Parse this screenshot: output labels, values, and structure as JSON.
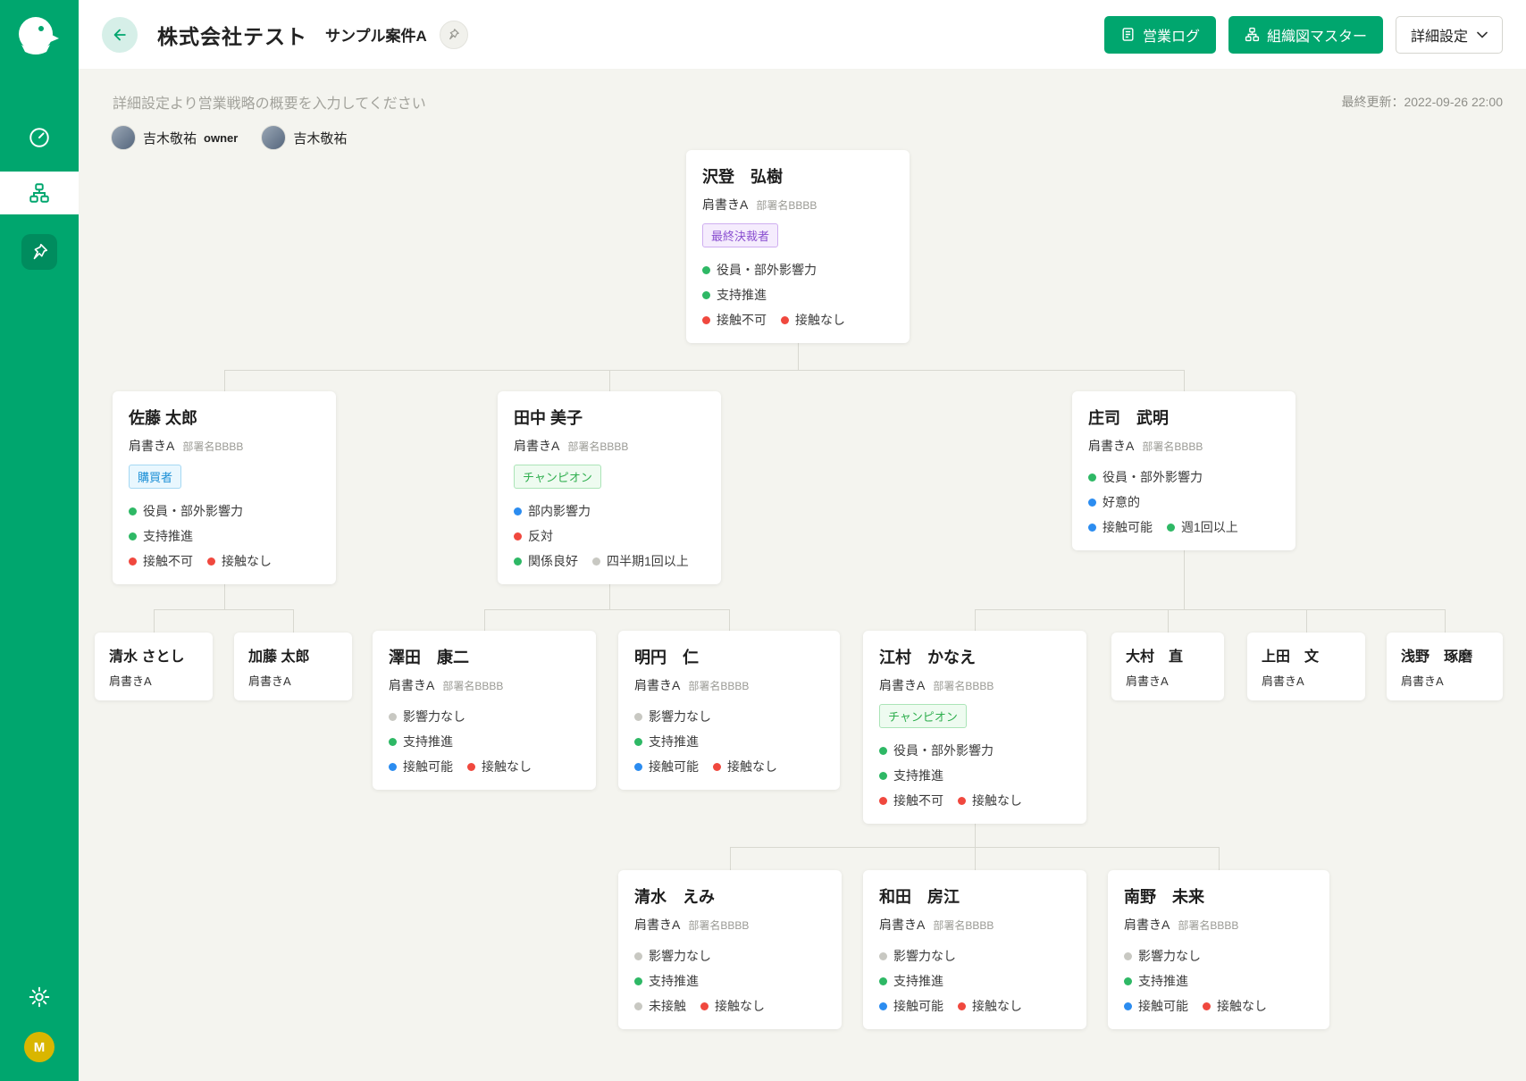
{
  "colors": {
    "accent": "#00a66e",
    "status_green": "#2eb865",
    "status_red": "#f0483e",
    "status_blue": "#2b8cf0",
    "status_gray": "#c8c8c2",
    "badge_purple": "#8a4fd0",
    "avatar_yellow": "#d9b600"
  },
  "sidebar": {
    "user_initial": "M"
  },
  "header": {
    "title": "株式会社テスト",
    "subtitle": "サンプル案件A",
    "sales_log_button": "営業ログ",
    "org_master_button": "組織図マスター",
    "settings_button": "詳細設定"
  },
  "meta": {
    "hint": "詳細設定より営業戦略の概要を入力してください",
    "last_updated": "最終更新：2022-09-26 22:00",
    "owner": {
      "name": "吉木敬祐",
      "role": "owner"
    },
    "member": {
      "name": "吉木敬祐"
    }
  },
  "cards": [
    {
      "name": "沢登　弘樹",
      "title": "肩書きA",
      "dept": "部署名BBBB",
      "badge": {
        "label": "最終決裁者",
        "color": "purple"
      },
      "rows": [
        [
          {
            "color": "green",
            "label": "役員・部外影響力"
          }
        ],
        [
          {
            "color": "green",
            "label": "支持推進"
          }
        ],
        [
          {
            "color": "red",
            "label": "接触不可"
          },
          {
            "color": "red",
            "label": "接触なし"
          }
        ]
      ]
    },
    {
      "name": "佐藤 太郎",
      "title": "肩書きA",
      "dept": "部署名BBBB",
      "badge": {
        "label": "購買者",
        "color": "blue"
      },
      "rows": [
        [
          {
            "color": "green",
            "label": "役員・部外影響力"
          }
        ],
        [
          {
            "color": "green",
            "label": "支持推進"
          }
        ],
        [
          {
            "color": "red",
            "label": "接触不可"
          },
          {
            "color": "red",
            "label": "接触なし"
          }
        ]
      ]
    },
    {
      "name": "田中 美子",
      "title": "肩書きA",
      "dept": "部署名BBBB",
      "badge": {
        "label": "チャンピオン",
        "color": "green"
      },
      "rows": [
        [
          {
            "color": "blue",
            "label": "部内影響力"
          }
        ],
        [
          {
            "color": "red",
            "label": "反対"
          }
        ],
        [
          {
            "color": "green",
            "label": "関係良好"
          },
          {
            "color": "gray",
            "label": "四半期1回以上"
          }
        ]
      ]
    },
    {
      "name": "庄司　武明",
      "title": "肩書きA",
      "dept": "部署名BBBB",
      "rows": [
        [
          {
            "color": "green",
            "label": "役員・部外影響力"
          }
        ],
        [
          {
            "color": "blue",
            "label": "好意的"
          }
        ],
        [
          {
            "color": "blue",
            "label": "接触可能"
          },
          {
            "color": "green",
            "label": "週1回以上"
          }
        ]
      ]
    },
    {
      "name": "清水 さとし",
      "title": "肩書きA"
    },
    {
      "name": "加藤 太郎",
      "title": "肩書きA"
    },
    {
      "name": "澤田　康二",
      "title": "肩書きA",
      "dept": "部署名BBBB",
      "rows": [
        [
          {
            "color": "gray",
            "label": "影響力なし"
          }
        ],
        [
          {
            "color": "green",
            "label": "支持推進"
          }
        ],
        [
          {
            "color": "blue",
            "label": "接触可能"
          },
          {
            "color": "red",
            "label": "接触なし"
          }
        ]
      ]
    },
    {
      "name": "明円　仁",
      "title": "肩書きA",
      "dept": "部署名BBBB",
      "rows": [
        [
          {
            "color": "gray",
            "label": "影響力なし"
          }
        ],
        [
          {
            "color": "green",
            "label": "支持推進"
          }
        ],
        [
          {
            "color": "blue",
            "label": "接触可能"
          },
          {
            "color": "red",
            "label": "接触なし"
          }
        ]
      ]
    },
    {
      "name": "江村　かなえ",
      "title": "肩書きA",
      "dept": "部署名BBBB",
      "badge": {
        "label": "チャンピオン",
        "color": "green"
      },
      "rows": [
        [
          {
            "color": "green",
            "label": "役員・部外影響力"
          }
        ],
        [
          {
            "color": "green",
            "label": "支持推進"
          }
        ],
        [
          {
            "color": "red",
            "label": "接触不可"
          },
          {
            "color": "red",
            "label": "接触なし"
          }
        ]
      ]
    },
    {
      "name": "大村　直",
      "title": "肩書きA"
    },
    {
      "name": "上田　文",
      "title": "肩書きA"
    },
    {
      "name": "浅野　琢磨",
      "title": "肩書きA"
    },
    {
      "name": "清水　えみ",
      "title": "肩書きA",
      "dept": "部署名BBBB",
      "rows": [
        [
          {
            "color": "gray",
            "label": "影響力なし"
          }
        ],
        [
          {
            "color": "green",
            "label": "支持推進"
          }
        ],
        [
          {
            "color": "gray",
            "label": "未接触"
          },
          {
            "color": "red",
            "label": "接触なし"
          }
        ]
      ]
    },
    {
      "name": "和田　房江",
      "title": "肩書きA",
      "dept": "部署名BBBB",
      "rows": [
        [
          {
            "color": "gray",
            "label": "影響力なし"
          }
        ],
        [
          {
            "color": "green",
            "label": "支持推進"
          }
        ],
        [
          {
            "color": "blue",
            "label": "接触可能"
          },
          {
            "color": "red",
            "label": "接触なし"
          }
        ]
      ]
    },
    {
      "name": "南野　未来",
      "title": "肩書きA",
      "dept": "部署名BBBB",
      "rows": [
        [
          {
            "color": "gray",
            "label": "影響力なし"
          }
        ],
        [
          {
            "color": "green",
            "label": "支持推進"
          }
        ],
        [
          {
            "color": "blue",
            "label": "接触可能"
          },
          {
            "color": "red",
            "label": "接触なし"
          }
        ]
      ]
    }
  ]
}
